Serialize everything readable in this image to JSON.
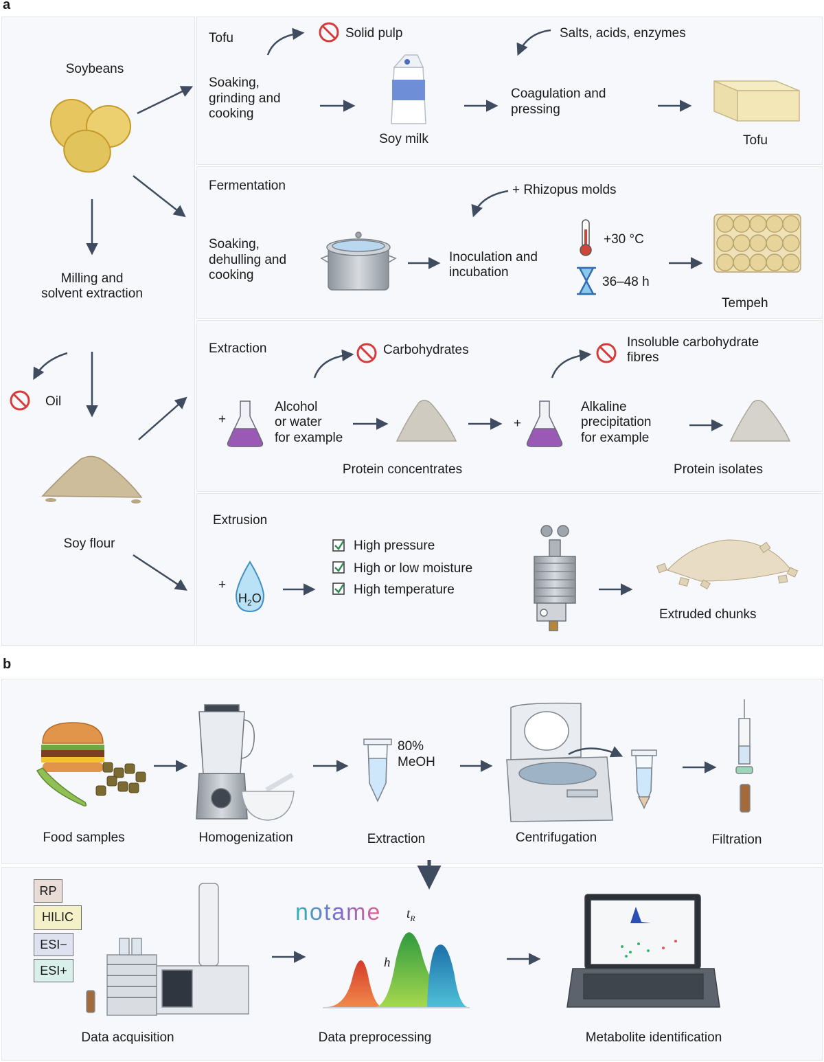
{
  "panel_a": {
    "label": "a",
    "left_column": {
      "soybeans": "Soybeans",
      "milling_line1": "Milling and",
      "milling_line2": "solvent extraction",
      "oil": "Oil",
      "soy_flour": "Soy flour"
    },
    "tofu": {
      "heading": "Tofu",
      "removed": "Solid pulp",
      "added": "Salts, acids, enzymes",
      "step1_lines": [
        "Soaking,",
        "grinding and",
        "cooking"
      ],
      "intermediate": "Soy milk",
      "step2_lines": [
        "Coagulation and",
        "pressing"
      ],
      "product": "Tofu"
    },
    "fermentation": {
      "heading": "Fermentation",
      "added": "+ Rhizopus molds",
      "step1_lines": [
        "Soaking,",
        "dehulling and",
        "cooking"
      ],
      "step2_lines": [
        "Inoculation and",
        "incubation"
      ],
      "temperature": "+30 °C",
      "duration": "36–48 h",
      "product": "Tempeh"
    },
    "extraction": {
      "heading": "Extraction",
      "removed1": "Carbohydrates",
      "removed2_lines": [
        "Insoluble carbohydrate",
        "fibres"
      ],
      "plus": "+",
      "solvent1_lines": [
        "Alcohol",
        "or water",
        "for example"
      ],
      "solvent2_lines": [
        "Alkaline",
        "precipitation",
        "for example"
      ],
      "product1": "Protein concentrates",
      "product2": "Protein isolates"
    },
    "extrusion": {
      "heading": "Extrusion",
      "plus": "+",
      "water_h": "H",
      "water_sub": "2",
      "water_o": "O",
      "conditions": [
        "High pressure",
        "High or low moisture",
        "High temperature"
      ],
      "product": "Extruded chunks"
    }
  },
  "panel_b": {
    "label": "b",
    "steps": [
      "Food samples",
      "Homogenization",
      "Extraction",
      "Centrifugation",
      "Filtration"
    ],
    "solvent_lines": [
      "80%",
      "MeOH"
    ],
    "modes": [
      "RP",
      "HILIC",
      "ESI−",
      "ESI+"
    ],
    "analysis": [
      "Data acquisition",
      "Data preprocessing",
      "Metabolite identification"
    ],
    "logo": "notame",
    "peak_tr": "t",
    "peak_tr_sub": "R",
    "peak_h": "h"
  },
  "colors": {
    "arrow": "#3f4b5f",
    "panel_bg": "#f7f8fb",
    "stop_red": "#d63a3a",
    "check_green": "#2e8b57",
    "soybean": "#e2c45c",
    "flour": "#c9b99a",
    "purple_liquid": "#9a59b5",
    "water_blue": "#5ab3e2",
    "rp_box": "#e9dcd7",
    "hilic_box": "#f4f0c8",
    "esi_minus_box": "#dde1f0",
    "esi_plus_box": "#d9efe9"
  }
}
